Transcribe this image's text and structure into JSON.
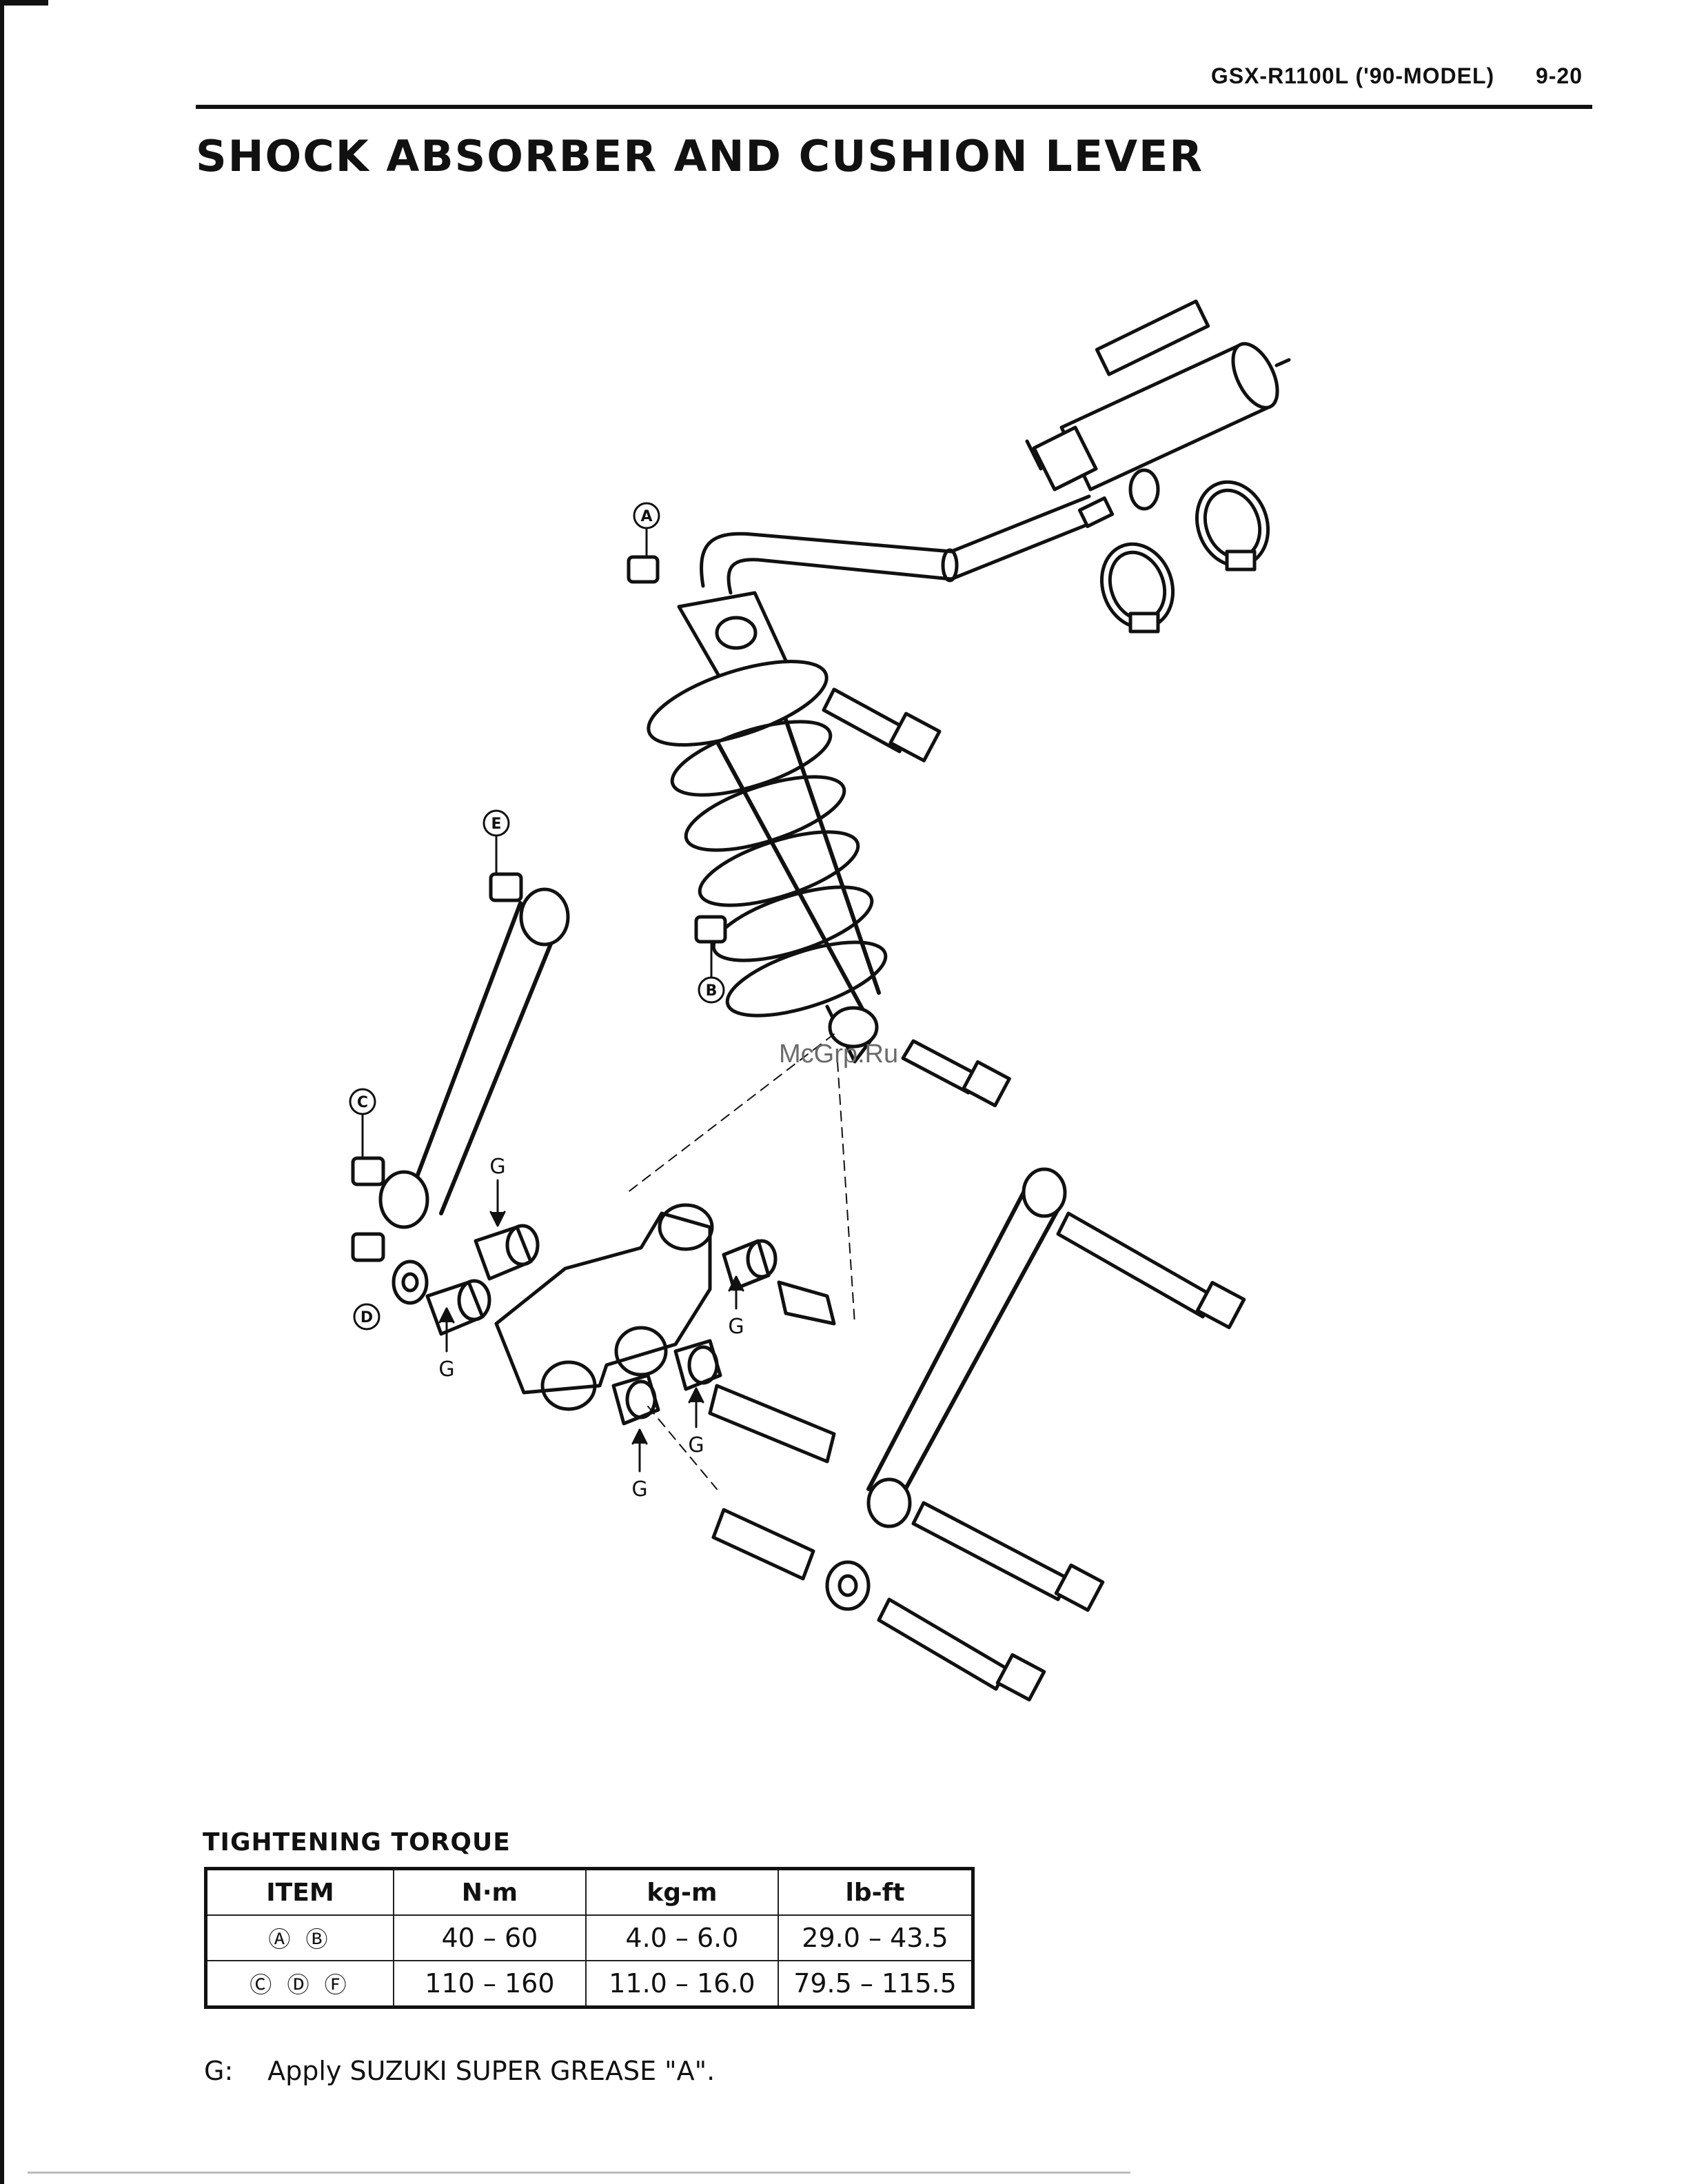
{
  "header": {
    "model": "GSX-R1100L ('90-MODEL)",
    "page_number": "9-20"
  },
  "title": "SHOCK ABSORBER AND CUSHION LEVER",
  "diagram": {
    "callouts": [
      "A",
      "B",
      "C",
      "D",
      "E"
    ],
    "grease_marker": "G",
    "watermark": "McGrp.Ru"
  },
  "torque": {
    "heading": "TIGHTENING TORQUE",
    "columns": [
      "ITEM",
      "N·m",
      "kg-m",
      "lb-ft"
    ],
    "rows": [
      {
        "item": "Ⓐ Ⓑ",
        "nm": "40 – 60",
        "kgm": "4.0 – 6.0",
        "lbft": "29.0 – 43.5"
      },
      {
        "item": "Ⓒ Ⓓ Ⓕ",
        "nm": "110 – 160",
        "kgm": "11.0 – 16.0",
        "lbft": "79.5 – 115.5"
      }
    ]
  },
  "note": {
    "label": "G:",
    "text": "Apply SUZUKI SUPER GREASE \"A\"."
  },
  "colors": {
    "ink": "#111111",
    "paper": "#ffffff",
    "watermark": "#6a6a6a"
  }
}
